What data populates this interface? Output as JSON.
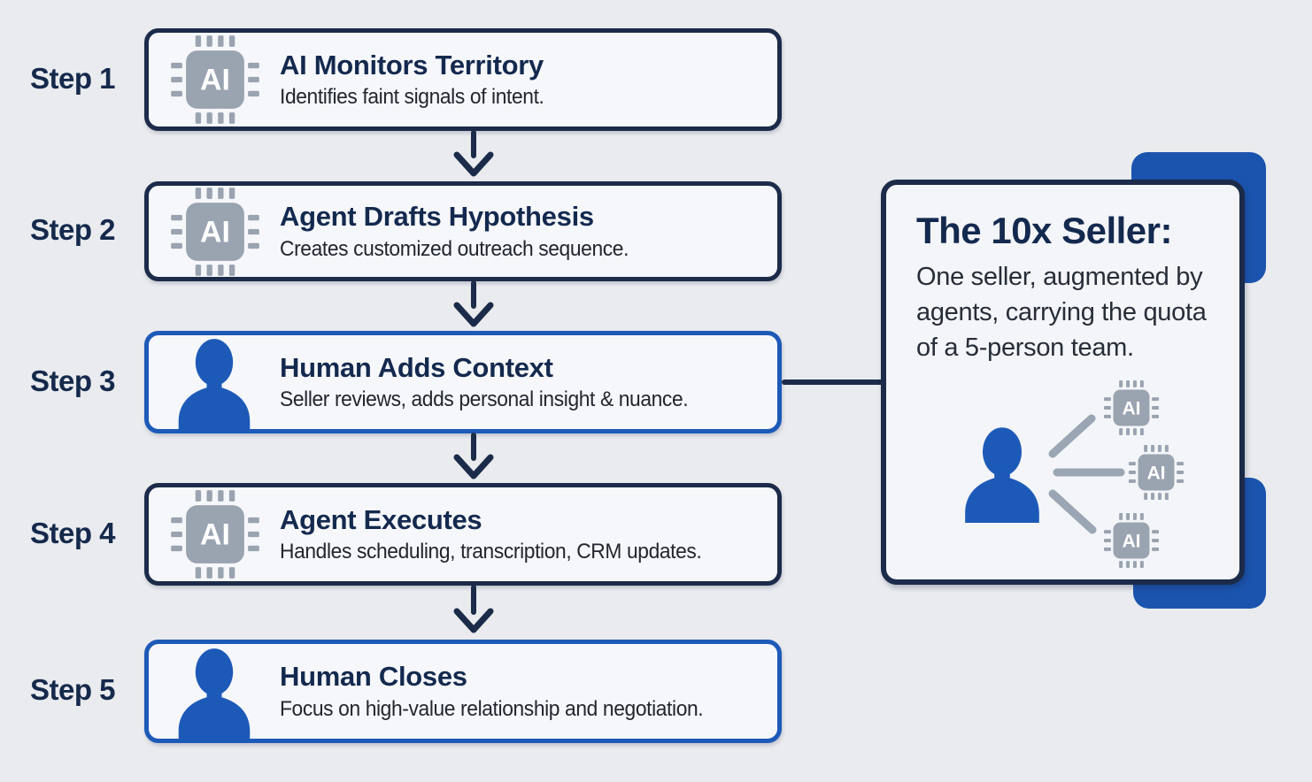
{
  "colors": {
    "background": "#e9ebef",
    "navy": "#1b2b49",
    "title_navy": "#14294e",
    "blue": "#1d5ab8",
    "accent_blue": "#1b54ae",
    "chip_gray": "#9aa3b0",
    "box_fill": "#f5f7fa",
    "subtitle_dark": "#22262e",
    "link_line_gray": "#9aa6b3"
  },
  "steps": [
    {
      "label": "Step 1",
      "icon": "ai-chip-icon",
      "title": "AI Monitors Territory",
      "subtitle": "Identifies faint signals of intent.",
      "actor": "ai"
    },
    {
      "label": "Step 2",
      "icon": "ai-chip-icon",
      "title": "Agent Drafts Hypothesis",
      "subtitle": "Creates customized outreach sequence.",
      "actor": "ai"
    },
    {
      "label": "Step 3",
      "icon": "person-icon",
      "title": "Human Adds Context",
      "subtitle": "Seller reviews, adds personal insight & nuance.",
      "actor": "human"
    },
    {
      "label": "Step 4",
      "icon": "ai-chip-icon",
      "title": "Agent Executes",
      "subtitle": "Handles scheduling, transcription, CRM updates.",
      "actor": "ai"
    },
    {
      "label": "Step 5",
      "icon": "person-icon",
      "title": "Human Closes",
      "subtitle": "Focus on high-value relationship and negotiation.",
      "actor": "human"
    }
  ],
  "callout": {
    "title": "The 10x Seller:",
    "body": "One seller, augmented by agents, carrying the quota of a 5-person team.",
    "illustration": {
      "person_icon": "person-icon",
      "agent_icon": "ai-chip-icon",
      "agent_count": 3,
      "chip_label": "AI"
    }
  }
}
